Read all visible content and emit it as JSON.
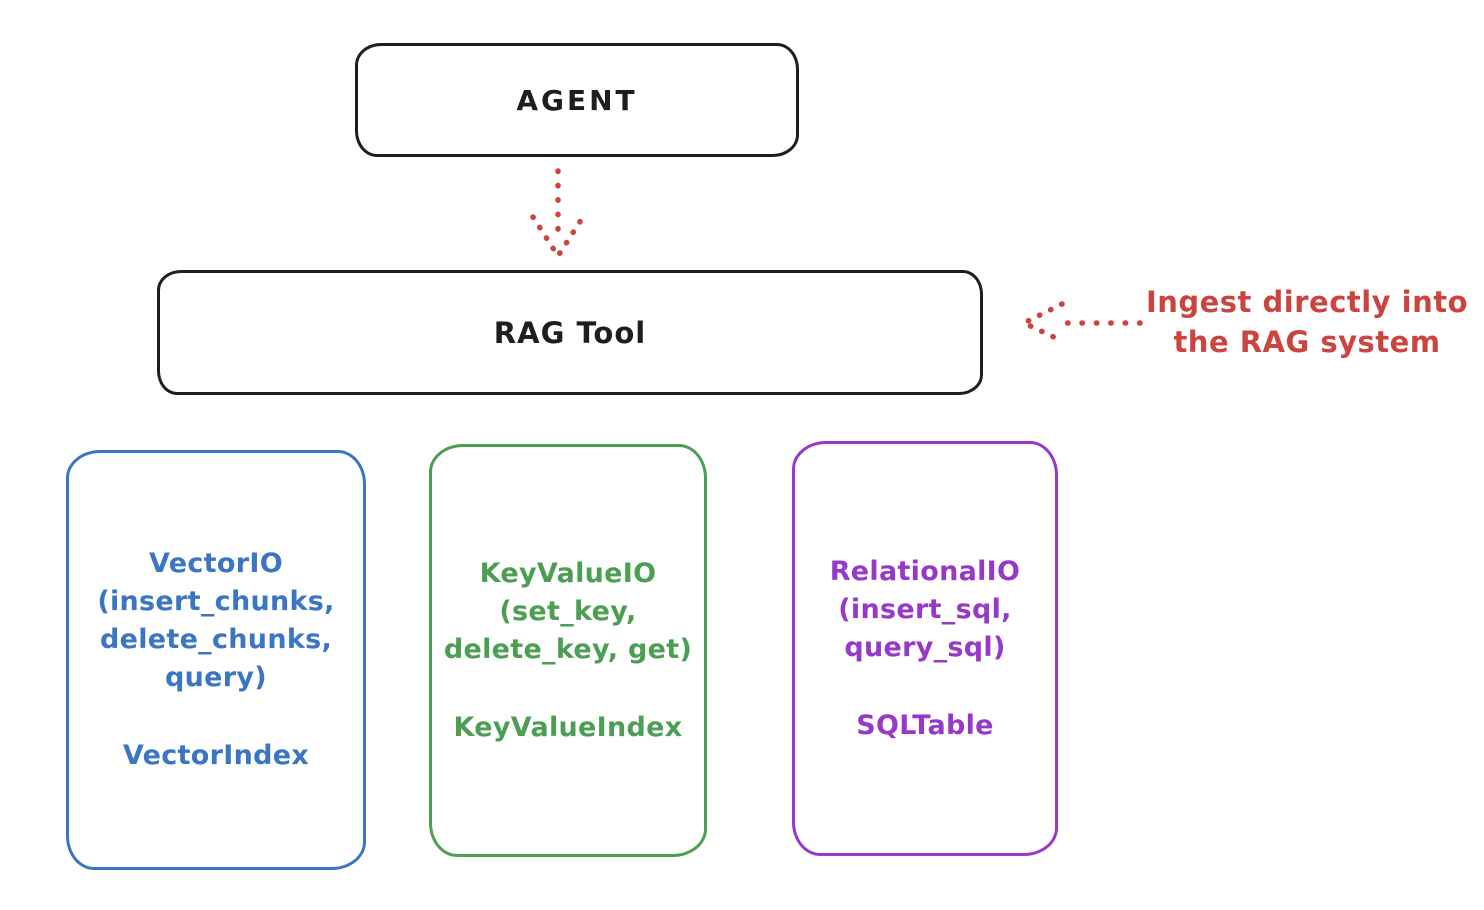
{
  "nodes": {
    "agent": {
      "label": "AGENT"
    },
    "rag_tool": {
      "label": "RAG Tool"
    }
  },
  "annotation": {
    "line1": "Ingest directly into",
    "line2": "the RAG system"
  },
  "backends": [
    {
      "name": "vector-io",
      "io_lines": [
        "VectorIO",
        "(insert_chunks,",
        "delete_chunks,",
        "query)"
      ],
      "index_label": "VectorIndex",
      "color": "#3a76c2"
    },
    {
      "name": "keyvalue-io",
      "io_lines": [
        "KeyValueIO",
        "(set_key,",
        "delete_key, get)"
      ],
      "index_label": "KeyValueIndex",
      "color": "#4c9e52"
    },
    {
      "name": "relational-io",
      "io_lines": [
        "RelationalIO",
        "(insert_sql,",
        "query_sql)"
      ],
      "index_label": "SQLTable",
      "color": "#9838c8"
    }
  ],
  "colors": {
    "background": "#ffffff",
    "stroke_black": "#1e1e1e",
    "arrow_red": "#cc4440",
    "vector_blue": "#3a76c2",
    "keyvalue_green": "#4c9e52",
    "relational_purple": "#9838c8"
  }
}
